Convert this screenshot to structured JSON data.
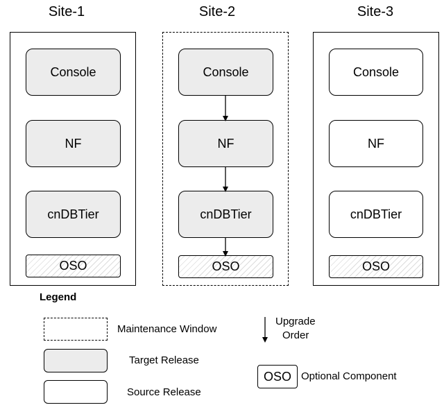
{
  "sites": [
    {
      "title": "Site-1",
      "components": [
        "Console",
        "NF",
        "cnDBTier"
      ],
      "optional": "OSO",
      "release": "target",
      "maintenance_window": false
    },
    {
      "title": "Site-2",
      "components": [
        "Console",
        "NF",
        "cnDBTier"
      ],
      "optional": "OSO",
      "release": "target",
      "maintenance_window": true
    },
    {
      "title": "Site-3",
      "components": [
        "Console",
        "NF",
        "cnDBTier"
      ],
      "optional": "OSO",
      "release": "source",
      "maintenance_window": false
    }
  ],
  "legend": {
    "title": "Legend",
    "maintenance_window": "Maintenance Window",
    "target_release": "Target Release",
    "source_release": "Source Release",
    "upgrade_order_line1": "Upgrade",
    "upgrade_order_line2": "Order",
    "optional_sample": "OSO",
    "optional_component": "Optional Component"
  },
  "colors": {
    "target_fill": "#ececec",
    "source_fill": "#ffffff",
    "stroke": "#000000"
  }
}
